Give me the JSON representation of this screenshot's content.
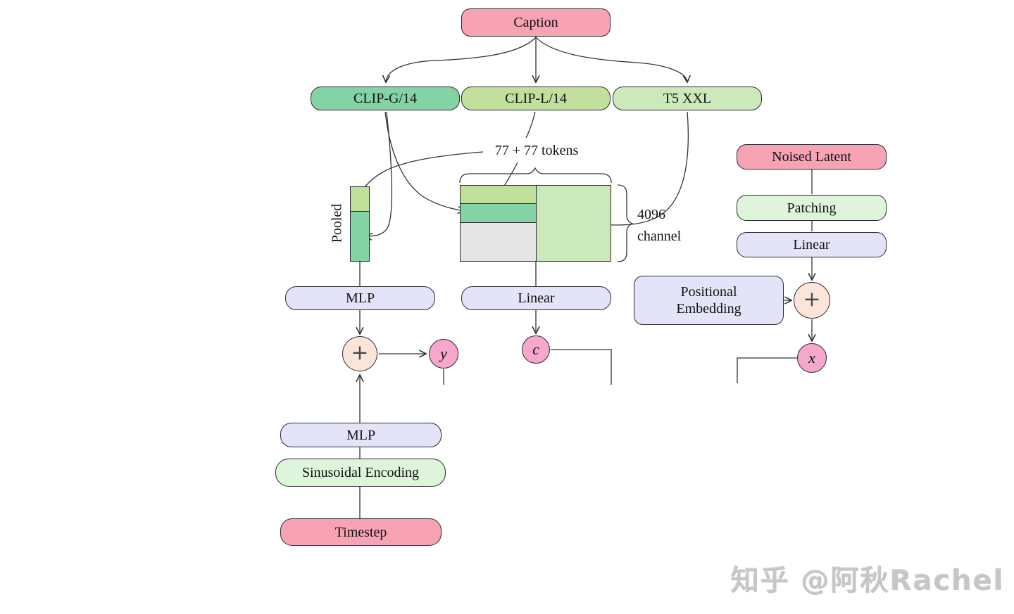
{
  "nodes": {
    "caption": "Caption",
    "clip_g": "CLIP-G/14",
    "clip_l": "CLIP-L/14",
    "t5": "T5 XXL",
    "noised_latent": "Noised Latent",
    "patching": "Patching",
    "linear_patch": "Linear",
    "positional_embedding": "Positional Embedding",
    "mlp_pooled": "MLP",
    "linear_tokens": "Linear",
    "mlp_timestep": "MLP",
    "sinusoidal_encoding": "Sinusoidal Encoding",
    "timestep": "Timestep"
  },
  "annotations": {
    "tokens": "77 + 77 tokens",
    "channels": "4096 channel",
    "pooled": "Pooled"
  },
  "operators": {
    "plus_pooled": "+",
    "plus_latent": "+",
    "y_out": "y",
    "c_out": "c",
    "x_out": "x"
  },
  "colors": {
    "pink_box": "#f7a3b3",
    "teal_green": "#83d3a5",
    "yellow_green": "#c0e09c",
    "light_green": "#cbe9bb",
    "mint": "#def5dc",
    "lavender": "#e4e4f8",
    "peach": "#fbe5d8",
    "pink_circle": "#f6a8cc",
    "gray_cell": "#e4e5e4",
    "stroke": "#333333"
  },
  "watermark": "知乎 @阿秋Rachel"
}
